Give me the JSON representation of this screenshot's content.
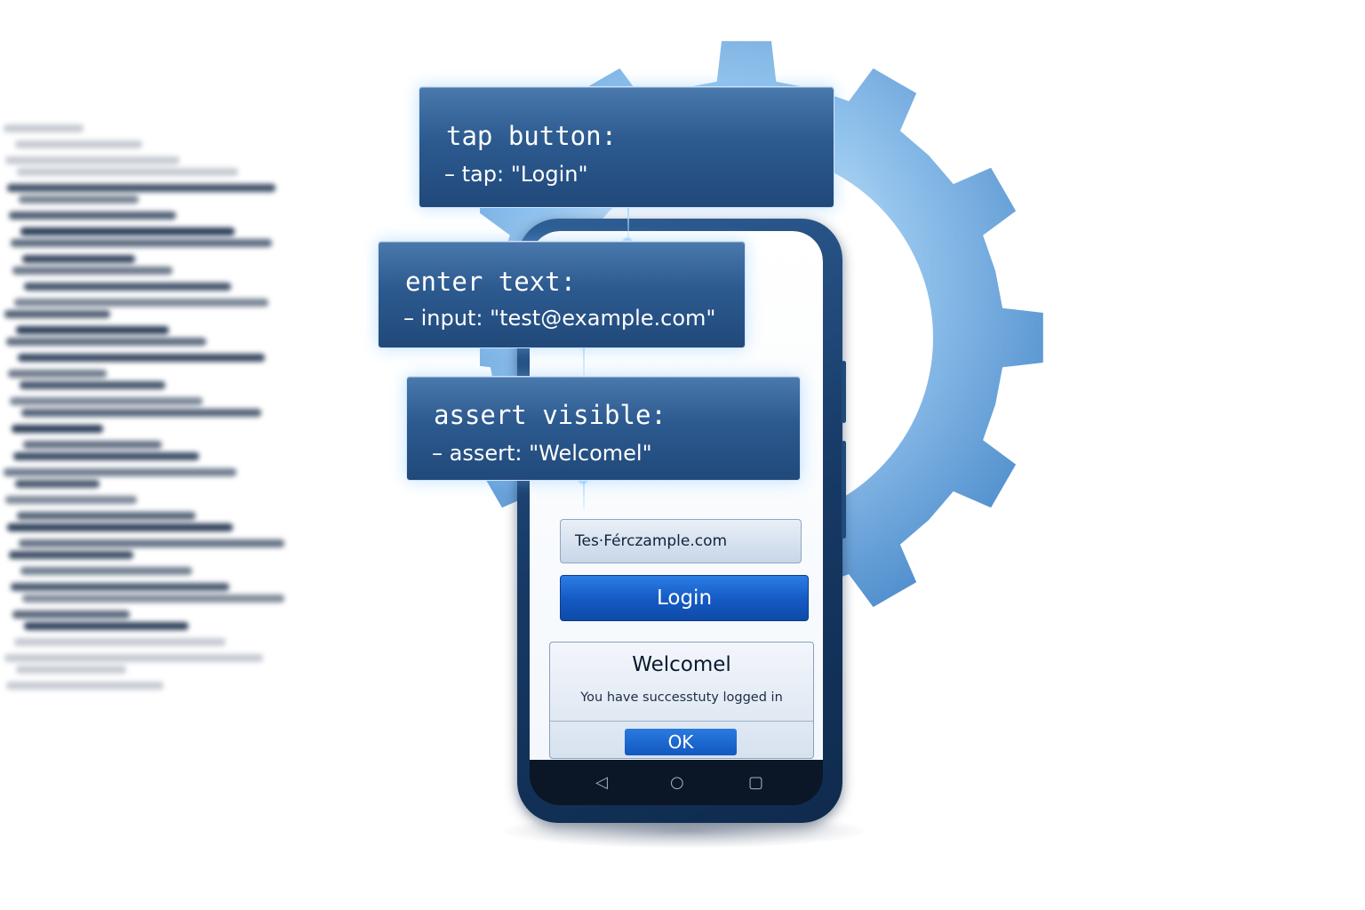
{
  "steps": [
    {
      "title": "tap button:",
      "detail": "– tap: \"Login\""
    },
    {
      "title": "enter text:",
      "detail": "– input: \"test@example.com\""
    },
    {
      "title": "assert visible:",
      "detail": "– assert: \"Welcomel\""
    }
  ],
  "app": {
    "email_value": "Tes·Férczample.com",
    "login_label": "Login",
    "dialog": {
      "title": "Welcomel",
      "message": "You have successtuty logged in",
      "ok_label": "OK"
    },
    "nav": {
      "back": "◁",
      "home": "○",
      "recents": "▢"
    }
  },
  "colors": {
    "gear": "#4a8fd0",
    "card": "#2c5a8f",
    "phone_frame": "#173a66",
    "login_button": "#1459c2"
  },
  "icons": {
    "gear": "gear-icon",
    "back": "back-triangle-icon",
    "home": "home-circle-icon",
    "recents": "recents-square-icon"
  }
}
